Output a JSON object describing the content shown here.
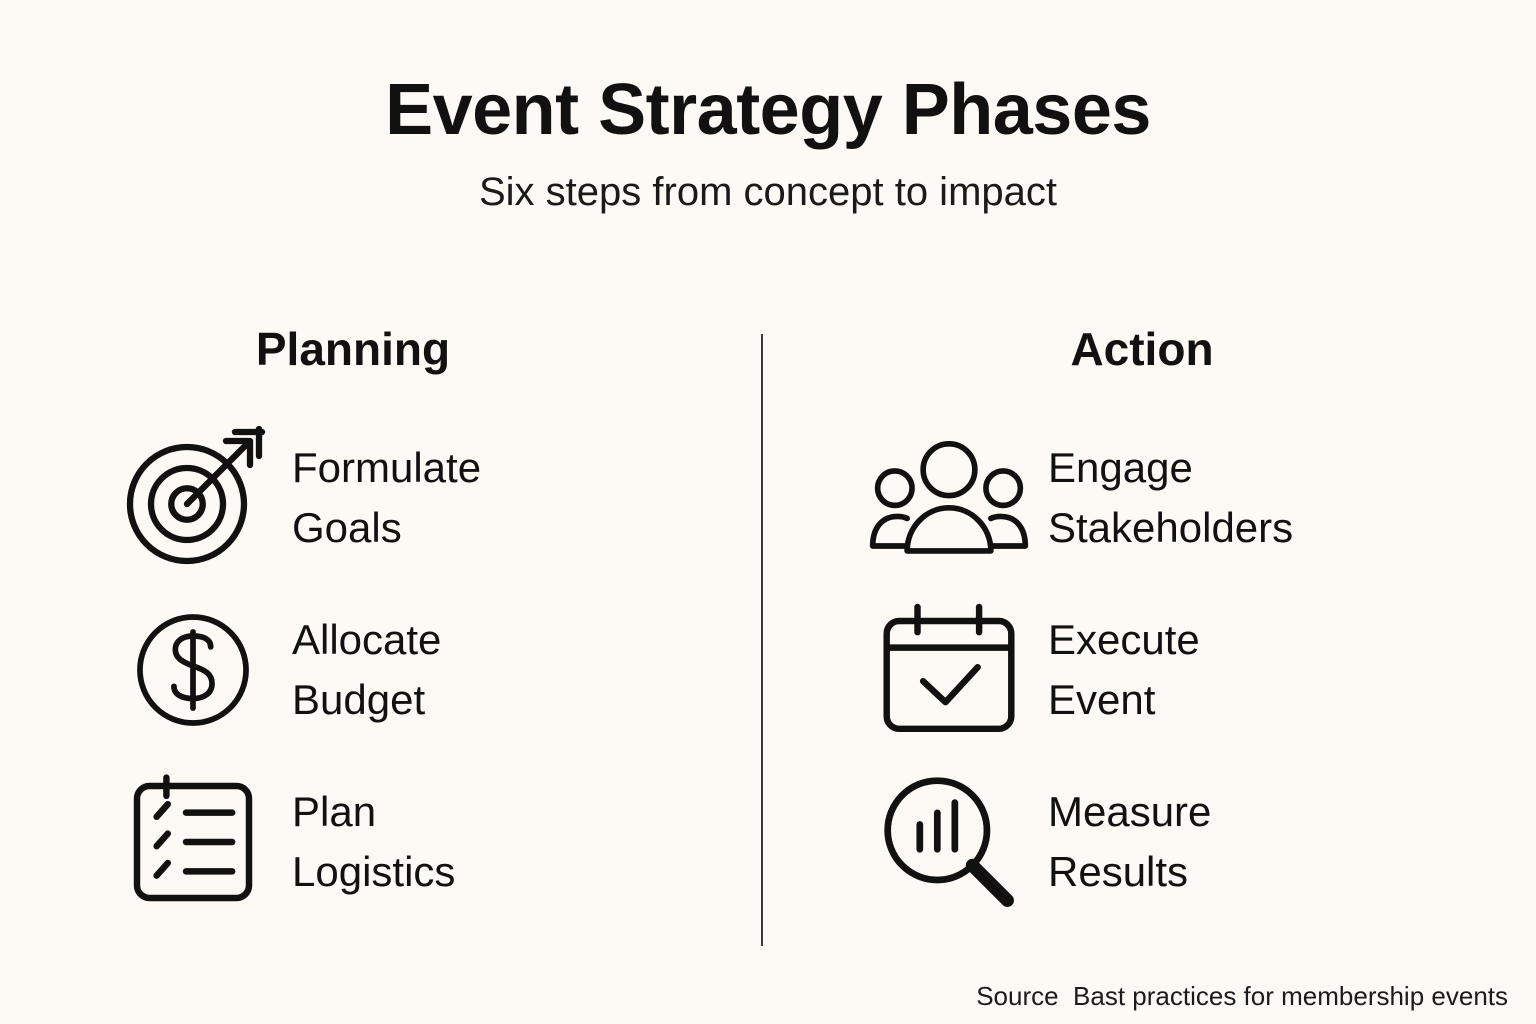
{
  "header": {
    "title": "Event Strategy Phases",
    "subtitle": "Six steps from concept to impact"
  },
  "columns": [
    {
      "heading": "Planning",
      "items": [
        {
          "icon": "target-arrow-icon",
          "line1": "Formulate",
          "line2": "Goals"
        },
        {
          "icon": "dollar-circle-icon",
          "line1": "Allocate",
          "line2": "Budget"
        },
        {
          "icon": "checklist-icon",
          "line1": "Plan",
          "line2": "Logistics"
        }
      ]
    },
    {
      "heading": "Action",
      "items": [
        {
          "icon": "people-group-icon",
          "line1": "Engage",
          "line2": "Stakeholders"
        },
        {
          "icon": "calendar-check-icon",
          "line1": "Execute",
          "line2": "Event"
        },
        {
          "icon": "magnifier-bars-icon",
          "line1": "Measure",
          "line2": "Results"
        }
      ]
    }
  ],
  "footer": {
    "source": "Source  Bast practices for membership events"
  },
  "colors": {
    "background": "#fdfaf5",
    "ink": "#111111",
    "divider": "#3a3a3a"
  }
}
